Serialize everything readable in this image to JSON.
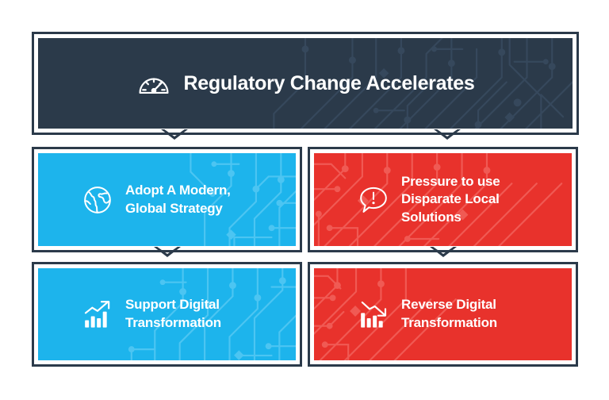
{
  "infographic": {
    "title": "Regulatory Change Accelerates",
    "header": {
      "label": "Regulatory Change Accelerates",
      "icon": "speedometer-icon",
      "background_color": "#2b3a4a",
      "text_color": "#ffffff"
    },
    "colors": {
      "dark": "#2b3a4a",
      "blue": "#1db4ec",
      "red": "#e8322c",
      "white": "#ffffff",
      "border": "#2b3a4a"
    },
    "branches": [
      {
        "id": "adopt-modern-global-strategy",
        "label": "Adopt A Modern,\nGlobal Strategy",
        "line1": "Adopt A Modern,",
        "line2": "Global Strategy",
        "icon": "globe-icon",
        "color": "#1db4ec",
        "tone": "positive",
        "column": "left",
        "row": 1
      },
      {
        "id": "pressure-disparate-local-solutions",
        "label": "Pressure to use Disparate Local Solutions",
        "line1": "Pressure to use",
        "line2": "Disparate Local",
        "line3": "Solutions",
        "icon": "alert-speech-bubble-icon",
        "color": "#e8322c",
        "tone": "negative",
        "column": "right",
        "row": 1
      },
      {
        "id": "support-digital-transformation",
        "label": "Support Digital Transformation",
        "line1": "Support Digital",
        "line2": "Transformation",
        "icon": "chart-trending-up-icon",
        "color": "#1db4ec",
        "tone": "positive",
        "column": "left",
        "row": 2
      },
      {
        "id": "reverse-digital-transformation",
        "label": "Reverse Digital Transformation",
        "line1": "Reverse Digital",
        "line2": "Transformation",
        "icon": "chart-trending-down-icon",
        "color": "#e8322c",
        "tone": "negative",
        "column": "right",
        "row": 2
      }
    ]
  }
}
